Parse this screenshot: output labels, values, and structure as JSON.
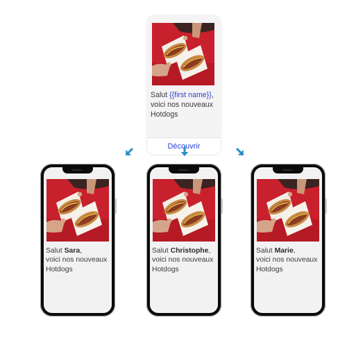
{
  "template": {
    "greeting": "Salut ",
    "variable": "{{first name}}",
    "comma": ",",
    "line2": "voici nos nouveaux",
    "line3": "Hotdogs",
    "cta": "Découvrir",
    "cta_color": "#2a3fd6"
  },
  "arrows": {
    "color": "#2e8fc9",
    "icon": "arrow-icon"
  },
  "phones": [
    {
      "greeting": "Salut ",
      "name": "Sara",
      "comma": ",",
      "line2": "voici nos nouveaux",
      "line3": "Hotdogs"
    },
    {
      "greeting": "Salut ",
      "name": "Christophe",
      "comma": ",",
      "line2": "voici nos nouveaux",
      "line3": "Hotdogs"
    },
    {
      "greeting": "Salut ",
      "name": "Marie",
      "comma": ",",
      "line2": "voici nos nouveaux",
      "line3": "Hotdogs"
    }
  ],
  "image": {
    "subject": "hotdogs-photo",
    "background_color": "#c8202c"
  }
}
